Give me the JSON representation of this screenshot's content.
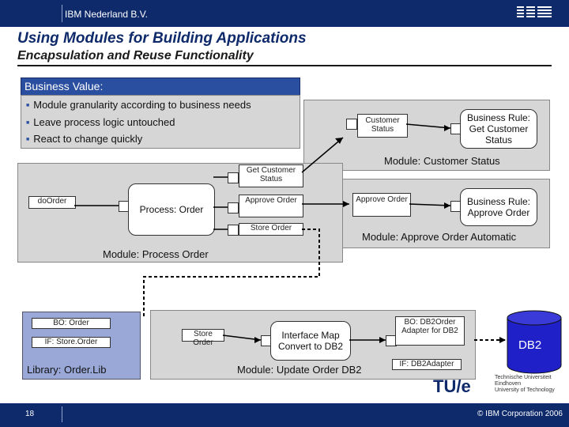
{
  "header": {
    "company": "IBM Nederland B.V.",
    "logo_text": "IBM"
  },
  "slide": {
    "title": "Using Modules for Building Applications",
    "subtitle": "Encapsulation and Reuse Functionality"
  },
  "business_value": {
    "heading": "Business Value:",
    "bullets": [
      "Module granularity according to business needs",
      "Leave process logic untouched",
      "React to change quickly"
    ]
  },
  "module_customer_status": {
    "label": "Module: Customer Status",
    "export_label": "Customer Status",
    "rule_label": "Business Rule: Get Customer Status"
  },
  "module_approve_order": {
    "label": "Module: Approve Order Automatic",
    "export_label": "Approve Order",
    "rule_label": "Business Rule: Approve Order"
  },
  "module_process_order": {
    "label": "Module: Process Order",
    "export_label": "doOrder",
    "process_label": "Process: Order",
    "import_get_status": "Get Customer Status",
    "import_approve": "Approve Order",
    "import_store": "Store Order"
  },
  "library": {
    "label": "Library: Order.Lib",
    "bo_label": "BO: Order",
    "if_label": "IF: Store.Order"
  },
  "module_update_order": {
    "label": "Module: Update Order DB2",
    "export_label": "Store Order",
    "map_label": "Interface Map Convert to DB2",
    "adapter_label": "BO: DB2Order Adapter for DB2",
    "if_adapter_label": "IF: DB2Adapter"
  },
  "database": {
    "label": "DB2"
  },
  "university": {
    "mark": "TU/e",
    "line1": "Technische Universiteit",
    "line2": "Eindhoven",
    "line3": "University of Technology"
  },
  "footer": {
    "page": "18",
    "copyright": "© IBM Corporation 2006"
  },
  "colors": {
    "brand_dark_blue": "#0e2a6b",
    "accent_blue": "#2b4fa0",
    "module_gray": "#d6d6d6",
    "library_blue": "#9aa8d8",
    "db_blue": "#2020c8"
  }
}
